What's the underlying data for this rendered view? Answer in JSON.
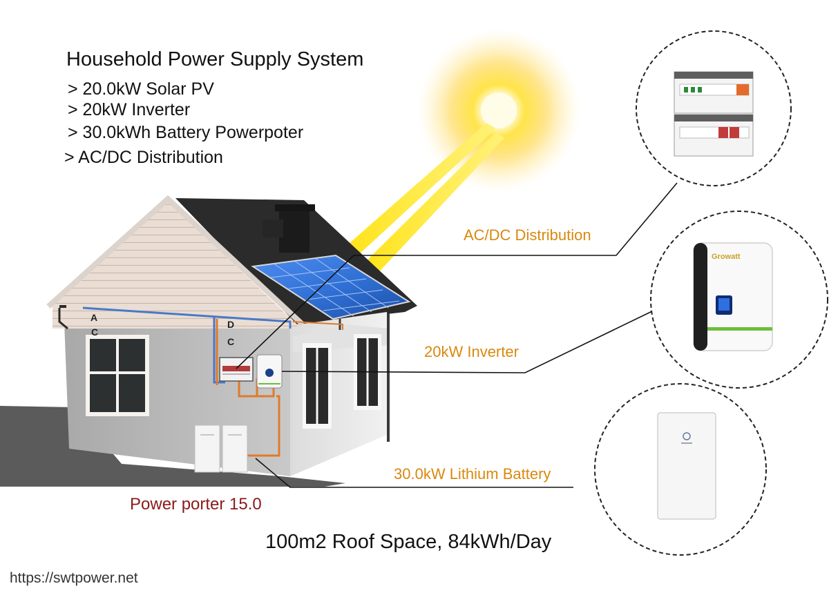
{
  "title": "Household Power Supply System",
  "specs": [
    "> 20.0kW Solar PV",
    "> 20kW Inverter",
    "> 30.0kWh Battery Powerpoter",
    "> AC/DC Distribution"
  ],
  "callouts": {
    "distribution": "AC/DC Distribution",
    "inverter": "20kW Inverter",
    "battery": "30.0kW Lithium Battery"
  },
  "porter_label": "Power porter 15.0",
  "roof_summary": "100m2 Roof Space, 84kWh/Day",
  "url": "https://swtpower.net",
  "wire_labels": {
    "a": "A",
    "c": "C",
    "d": "D"
  },
  "inverter_brand": "Growatt",
  "colors": {
    "callout": "#d9890e",
    "porter": "#8b1a1a",
    "sun": "#ffd21f",
    "panel": "#2f6fd3",
    "ac_wire": "#4a78c8",
    "dc_wire": "#e07a2b",
    "inverter_stripe": "#6cbf3a"
  }
}
